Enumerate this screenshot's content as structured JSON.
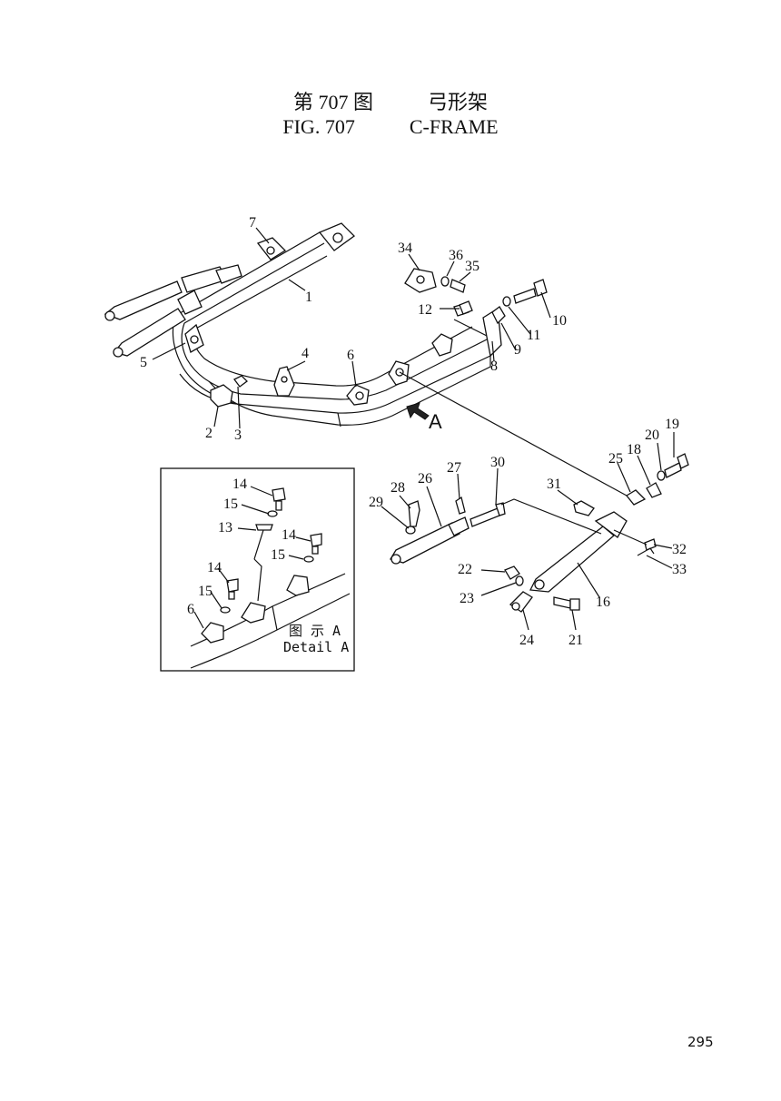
{
  "header": {
    "fig_cn": "第 707 图",
    "name_cn": "弓形架",
    "fig_en": "FIG. 707",
    "name_en": "C-FRAME"
  },
  "view_marker": "A",
  "detail": {
    "label_cn": "图 示 A",
    "label_en": "Detail A"
  },
  "callouts": {
    "c1": "1",
    "c2": "2",
    "c3": "3",
    "c4": "4",
    "c5": "5",
    "c6": "6",
    "c7": "7",
    "c8": "8",
    "c9": "9",
    "c10": "10",
    "c11": "11",
    "c12": "12",
    "c16": "16",
    "c18": "18",
    "c19": "19",
    "c20": "20",
    "c21": "21",
    "c22": "22",
    "c23": "23",
    "c24": "24",
    "c25": "25",
    "c26": "26",
    "c27": "27",
    "c28": "28",
    "c29": "29",
    "c30": "30",
    "c31": "31",
    "c32": "32",
    "c33": "33",
    "c34": "34",
    "c35": "35",
    "c36": "36",
    "d14a": "14",
    "d15a": "15",
    "d13": "13",
    "d14b": "14",
    "d15b": "15",
    "d14c": "14",
    "d15c": "15",
    "d6": "6"
  },
  "page_number": "295"
}
